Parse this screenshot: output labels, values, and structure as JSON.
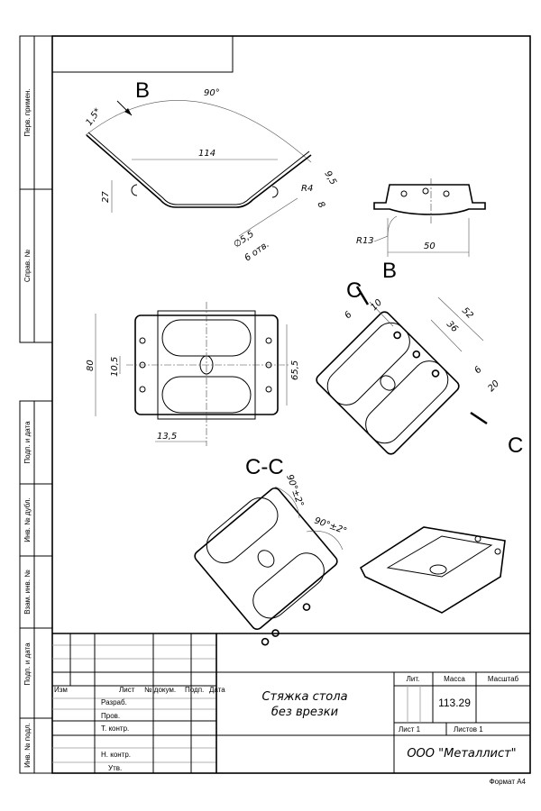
{
  "side_labels": [
    "Перв. примен.",
    "Справ. №",
    "Подп. и дата",
    "Инв. № дубл.",
    "Взам. инв. №",
    "Подп. и дата",
    "Инв. № подл."
  ],
  "views": {
    "view_b_label": "B",
    "view_b_label_2": "B",
    "section_c_label_1": "C",
    "section_c_label_2": "C",
    "section_cc_label": "C-C"
  },
  "dimensions": {
    "angle_90": "90°",
    "thickness": "1,5*",
    "width_114": "114",
    "height_27": "27",
    "dim_9_5": "9,5",
    "radius_r4": "R4",
    "dim_8": "8",
    "hole_dia": "∅5,5",
    "hole_count": "6 отв.",
    "radius_r13": "R13",
    "dim_50": "50",
    "dim_80": "80",
    "dim_10_5": "10,5",
    "dim_65_5": "65,5",
    "dim_13_5": "13,5",
    "dim_6a": "6",
    "dim_10": "10",
    "dim_52": "52",
    "dim_36": "36",
    "dim_6b": "6",
    "dim_20": "20",
    "angle_tol_1": "90°±2°",
    "angle_tol_2": "90°±2°"
  },
  "title_block": {
    "headers": {
      "izm": "Изм",
      "list": "Лист",
      "doc_no": "№ докум.",
      "sign": "Подп.",
      "date": "Дата"
    },
    "roles": [
      "Разраб.",
      "Пров.",
      "Т. контр.",
      "Н. контр.",
      "Утв."
    ],
    "title_line1": "Стяжка стола",
    "title_line2": "без врезки",
    "lit_label": "Лит.",
    "mass_label": "Масса",
    "scale_label": "Масштаб",
    "mass_value": "113.29",
    "sheet": "Лист 1",
    "sheets_total": "Листов 1",
    "company": "ООО \"Металлист\"",
    "format": "Формат А4"
  }
}
